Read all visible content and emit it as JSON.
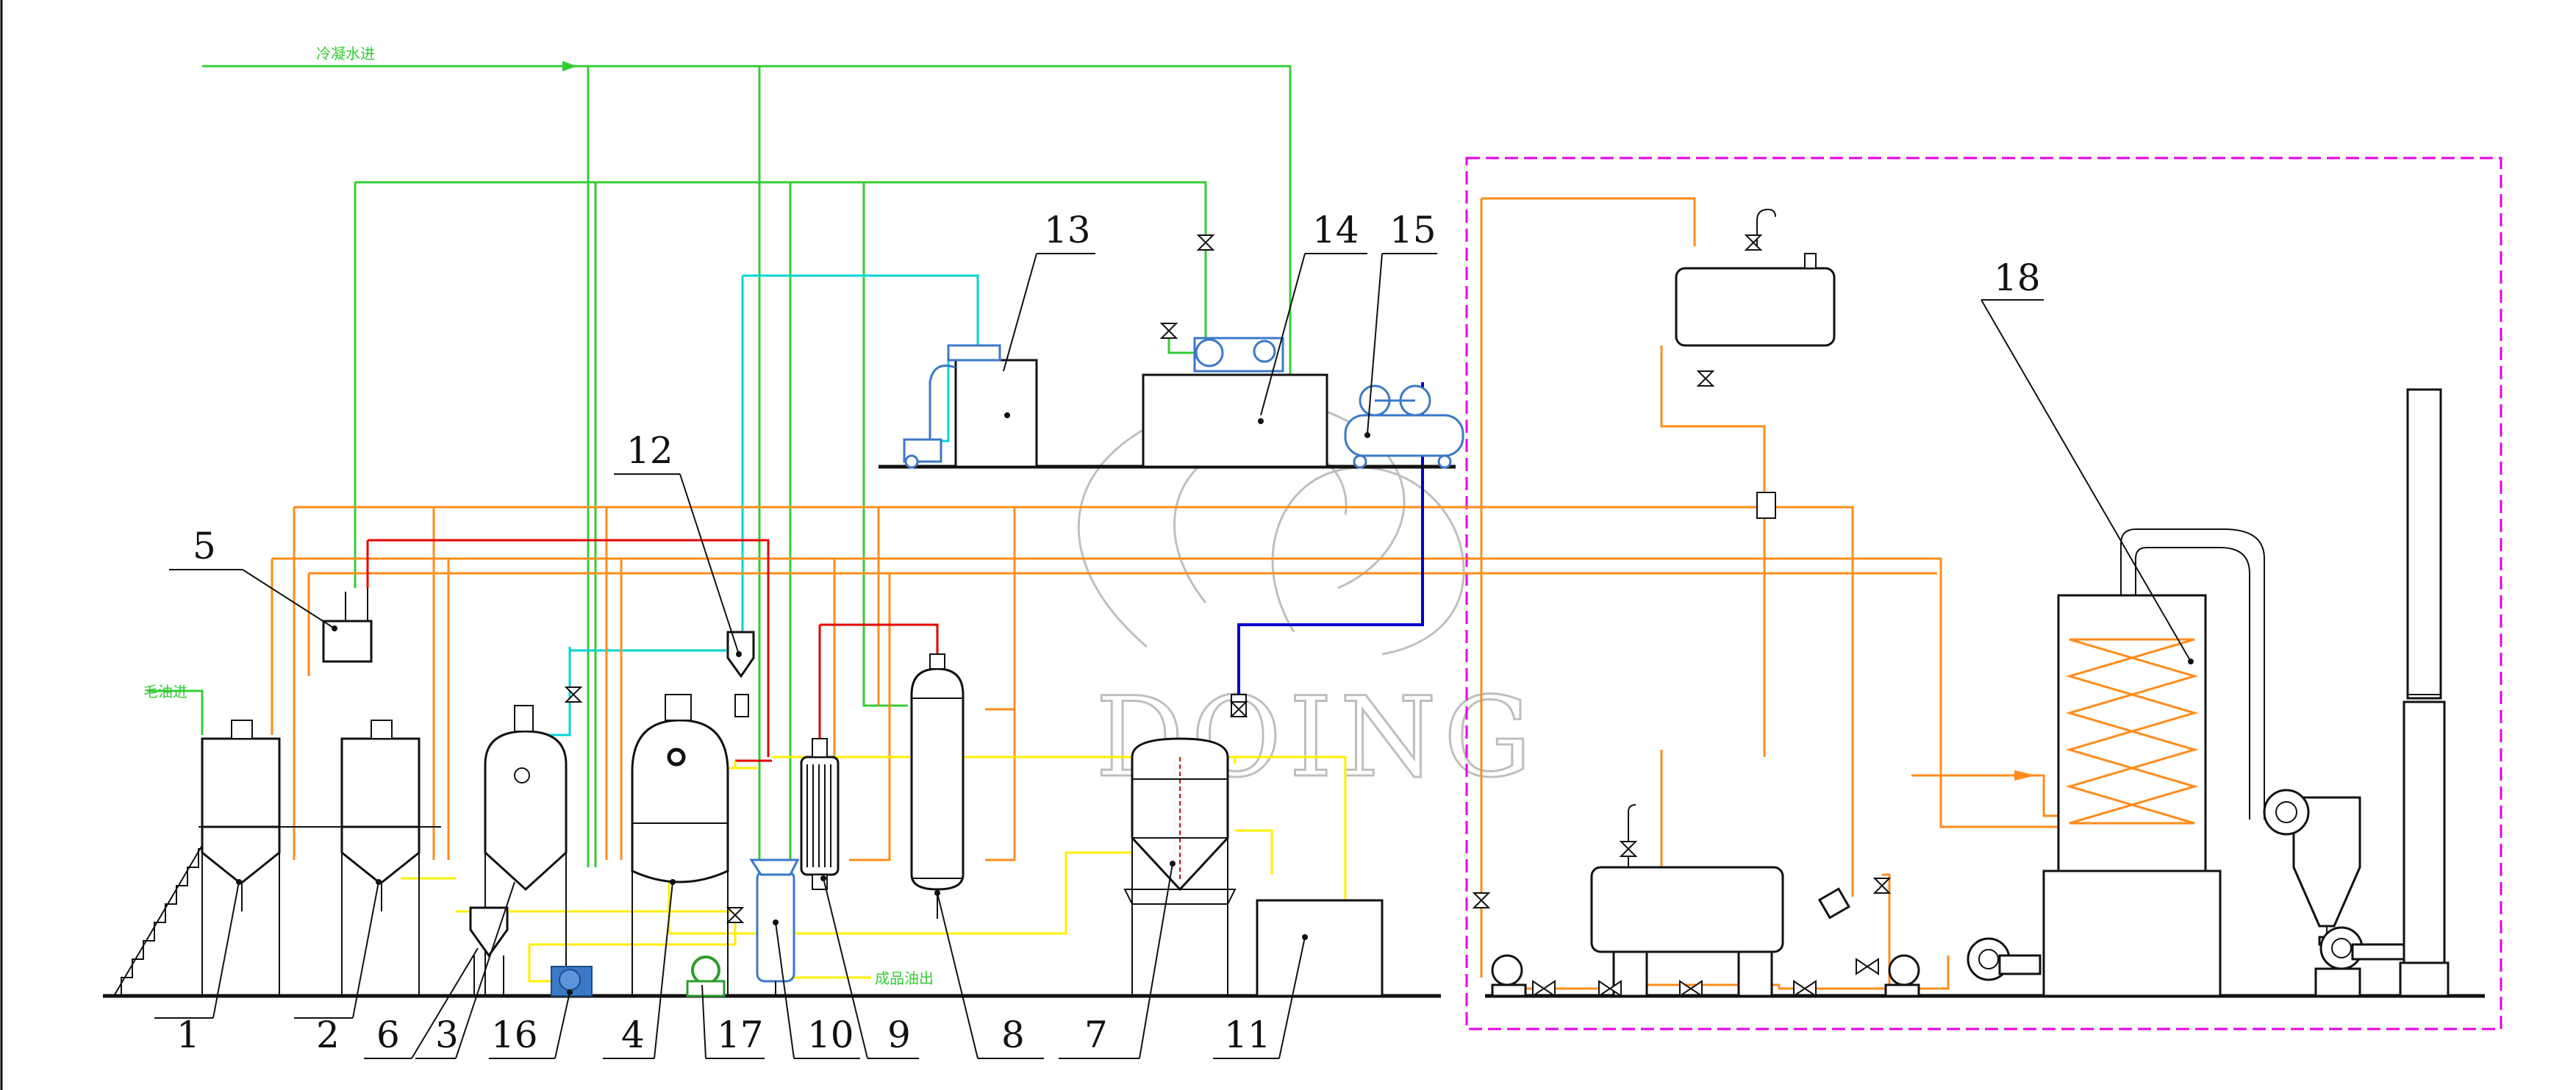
{
  "pipe_labels": {
    "cooling_water_inlet": "冷凝水进",
    "crude_oil_inlet": "毛油进",
    "product_oil_outlet": "成品油出"
  },
  "watermark": "DOING",
  "equipment_numbers": [
    "1",
    "2",
    "6",
    "3",
    "16",
    "4",
    "17",
    "10",
    "9",
    "8",
    "7",
    "11",
    "5",
    "12",
    "13",
    "14",
    "15",
    "18"
  ],
  "colors": {
    "cooling_water": "#33cc33",
    "thermal_oil": "#ff8c1a",
    "oil_line": "#ffee00",
    "steam": "#e60000",
    "vacuum": "#00d4d4",
    "air": "#0000cc",
    "boiler_zone_border": "#e600e6",
    "equipment_line": "#111111",
    "pump_blue": "#3a78c8"
  }
}
